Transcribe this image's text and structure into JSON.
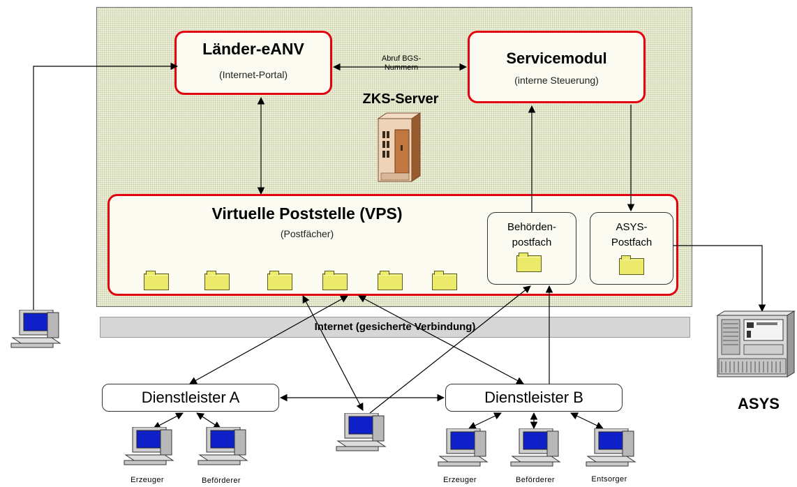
{
  "server": {
    "title": "ZKS-Server"
  },
  "laender": {
    "title": "Länder-eANV",
    "subtitle": "(Internet-Portal)"
  },
  "servicemodul": {
    "title": "Servicemodul",
    "subtitle": "(interne Steuerung)"
  },
  "abruf_label": {
    "line1": "Abruf BGS-",
    "line2": "Nummern"
  },
  "vps": {
    "title": "Virtuelle Poststelle (VPS)",
    "subtitle": "(Postfächer)"
  },
  "behoerden": {
    "line1": "Behörden-",
    "line2": "postfach"
  },
  "asys_postfach": {
    "line1": "ASYS-",
    "line2": "Postfach"
  },
  "internet": {
    "label": "Internet   (gesicherte Verbindung)"
  },
  "providers": {
    "a": "Dienstleister A",
    "b": "Dienstleister B"
  },
  "pcs": {
    "erzeuger_a": "Erzeuger",
    "befoerderer_a": "Beförderer",
    "erzeuger_b": "Erzeuger",
    "befoerderer_b": "Beförderer",
    "entsorger_b": "Entsorger"
  },
  "asys": {
    "label": "ASYS"
  },
  "colors": {
    "red_border": "#e2000f",
    "folder_fill": "#ecea6a",
    "server_background": "#edeed7",
    "internet_bar": "#d6d6d6",
    "screen_blue": "#1020c8"
  },
  "icons": {
    "server": "tower-server-icon",
    "folder": "folder-icon",
    "computer": "desktop-computer-icon",
    "mainframe": "mainframe-icon"
  }
}
